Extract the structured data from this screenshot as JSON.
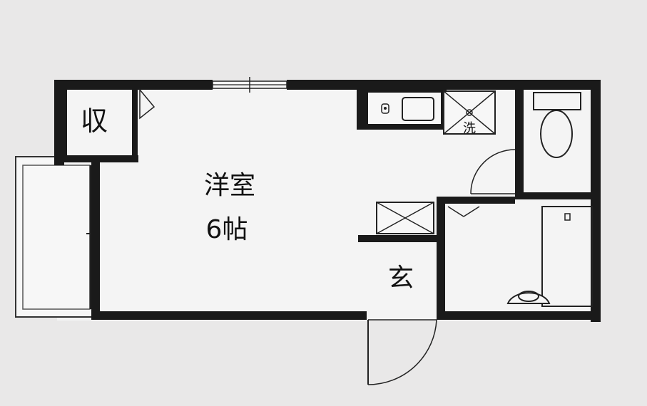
{
  "rooms": {
    "western_room": {
      "name": "洋室",
      "size": "6帖"
    },
    "storage": "収",
    "entrance": "玄"
  },
  "fixtures": {
    "washer_label": "洗"
  },
  "colors": {
    "background": "#e9e8e8",
    "wall": "#1a1a1a",
    "paper": "#f4f4f4"
  }
}
